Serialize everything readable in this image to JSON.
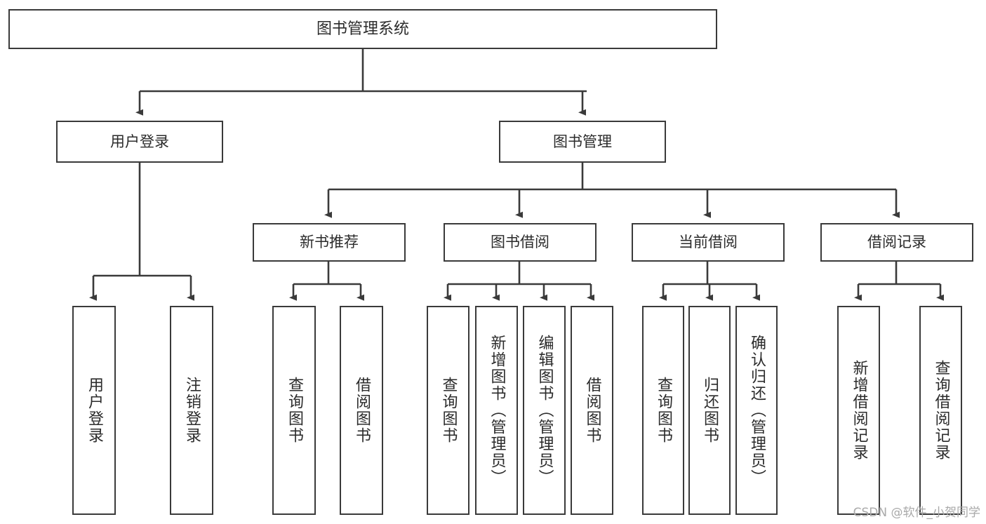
{
  "diagram": {
    "title": "图书管理系统",
    "type": "tree-hierarchy",
    "watermark": "CSDN @软件_小贺同学",
    "colors": {
      "background": "#ffffff",
      "box_border": "#3a3a3a",
      "box_fill": "#ffffff",
      "text": "#2b2b2b",
      "connector": "#3a3a3a",
      "watermark": "#a9a9a9"
    },
    "levels": {
      "level1": "图书管理系统",
      "level2": [
        "用户登录",
        "图书管理"
      ],
      "level3": [
        "新书推荐",
        "图书借阅",
        "当前借阅",
        "借阅记录"
      ]
    },
    "nodes": {
      "root": {
        "label": "图书管理系统"
      },
      "user_login": {
        "label": "用户登录"
      },
      "book_manage": {
        "label": "图书管理"
      },
      "new_book_rec": {
        "label": "新书推荐"
      },
      "book_borrow": {
        "label": "图书借阅"
      },
      "current_borrow": {
        "label": "当前借阅"
      },
      "borrow_record": {
        "label": "借阅记录"
      }
    },
    "leaves": {
      "user_login": [
        {
          "label": "用户登录"
        },
        {
          "label": "注销登录"
        }
      ],
      "new_book_rec": [
        {
          "label": "查询图书"
        },
        {
          "label": "借阅图书"
        }
      ],
      "book_borrow": [
        {
          "label": "查询图书"
        },
        {
          "label": "新增图书（管理员）"
        },
        {
          "label": "编辑图书（管理员）"
        },
        {
          "label": "借阅图书"
        }
      ],
      "current_borrow": [
        {
          "label": "查询图书"
        },
        {
          "label": "归还图书"
        },
        {
          "label": "确认归还（管理员）"
        }
      ],
      "borrow_record": [
        {
          "label": "新增借阅记录"
        },
        {
          "label": "查询借阅记录"
        }
      ]
    }
  }
}
